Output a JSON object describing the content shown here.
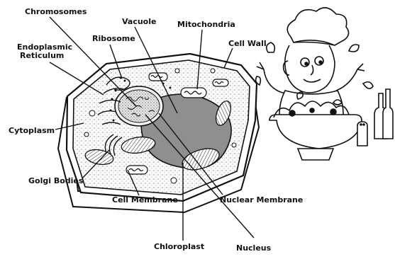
{
  "labels": {
    "chromosomes": "Chromosomes",
    "vacuole": "Vacuole",
    "mitochondria": "Mitochondria",
    "ribosome": "Ribosome",
    "cell_wall": "Cell Wall",
    "endoplasmic_reticulum_line1": "Endoplasmic",
    "endoplasmic_reticulum_line2": "Reticulum",
    "cytoplasm": "Cytoplasm",
    "golgi_bodies": "Golgi Bodies",
    "cell_membrane": "Cell Membrane",
    "nuclear_membrane": "Nuclear Membrane",
    "chloroplast": "Chloroplast",
    "nucleus": "Nucleus"
  },
  "colors": {
    "ink": "#111111",
    "background": "#ffffff",
    "stipple": "#555555",
    "vacuole_fill": "#8f8f8f"
  },
  "illustration": {
    "subject": "plant-cell",
    "side_image": "chef-tossing-salad"
  }
}
